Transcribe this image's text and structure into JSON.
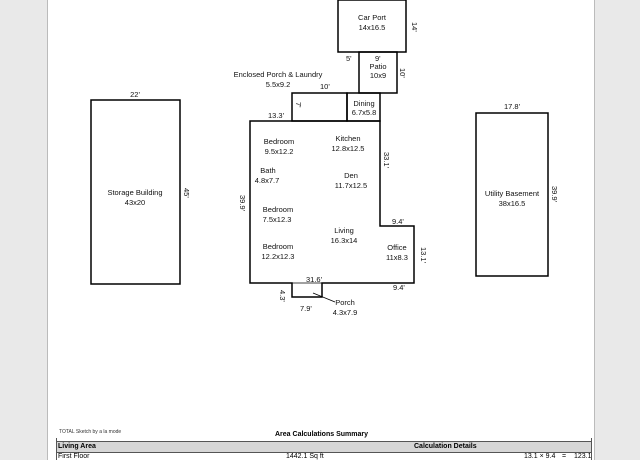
{
  "rooms": [
    {
      "key": "carport",
      "name": "Car Port",
      "size": "14x16.5"
    },
    {
      "key": "patio",
      "name": "Patio",
      "size": "10x9"
    },
    {
      "key": "enclosed",
      "name": "Enclosed Porch & Laundry",
      "size": "5.5x9.2"
    },
    {
      "key": "dining",
      "name": "Dining",
      "size": "6.7x5.8"
    },
    {
      "key": "kitchen",
      "name": "Kitchen",
      "size": "12.8x12.5"
    },
    {
      "key": "bedroom1",
      "name": "Bedroom",
      "size": "9.5x12.2"
    },
    {
      "key": "bath",
      "name": "Bath",
      "size": "4.8x7.7"
    },
    {
      "key": "den",
      "name": "Den",
      "size": "11.7x12.5"
    },
    {
      "key": "bedroom2",
      "name": "Bedroom",
      "size": "7.5x12.3"
    },
    {
      "key": "living",
      "name": "Living",
      "size": "16.3x14"
    },
    {
      "key": "bedroom3",
      "name": "Bedroom",
      "size": "12.2x12.3"
    },
    {
      "key": "office",
      "name": "Office",
      "size": "11x8.3"
    },
    {
      "key": "porch",
      "name": "Porch",
      "size": "4.3x7.9"
    },
    {
      "key": "storage",
      "name": "Storage Building",
      "size": "43x20"
    },
    {
      "key": "utility",
      "name": "Utility Basement",
      "size": "38x16.5"
    }
  ],
  "dimensions": {
    "carport_side": "14'",
    "carport_bottom": "5'",
    "patio_top": "9'",
    "patio_side": "10'",
    "enclosed_top": "10'",
    "enclosed_side": "7'",
    "main_top": "13.3'",
    "main_left": "39.9'",
    "main_right": "33.1'",
    "office_top": "9.4'",
    "office_side": "13.1'",
    "office_bottom": "9.4'",
    "main_bottom": "31.6'",
    "porch_side": "4.3'",
    "porch_bottom": "7.9'",
    "storage_top": "22'",
    "storage_side": "45'",
    "utility_top": "17.8'",
    "utility_side": "39.9'"
  },
  "footer": {
    "credit": "TOTAL Sketch by a la mode",
    "summary_title": "Area Calculations Summary",
    "living_area_header": "Living Area",
    "calc_header": "Calculation Details",
    "row_label": "First Floor",
    "row_area": "1442.1 Sq ft",
    "row_calc": "13.1 × 9.4",
    "row_eq": "=",
    "row_result": "123.1"
  }
}
